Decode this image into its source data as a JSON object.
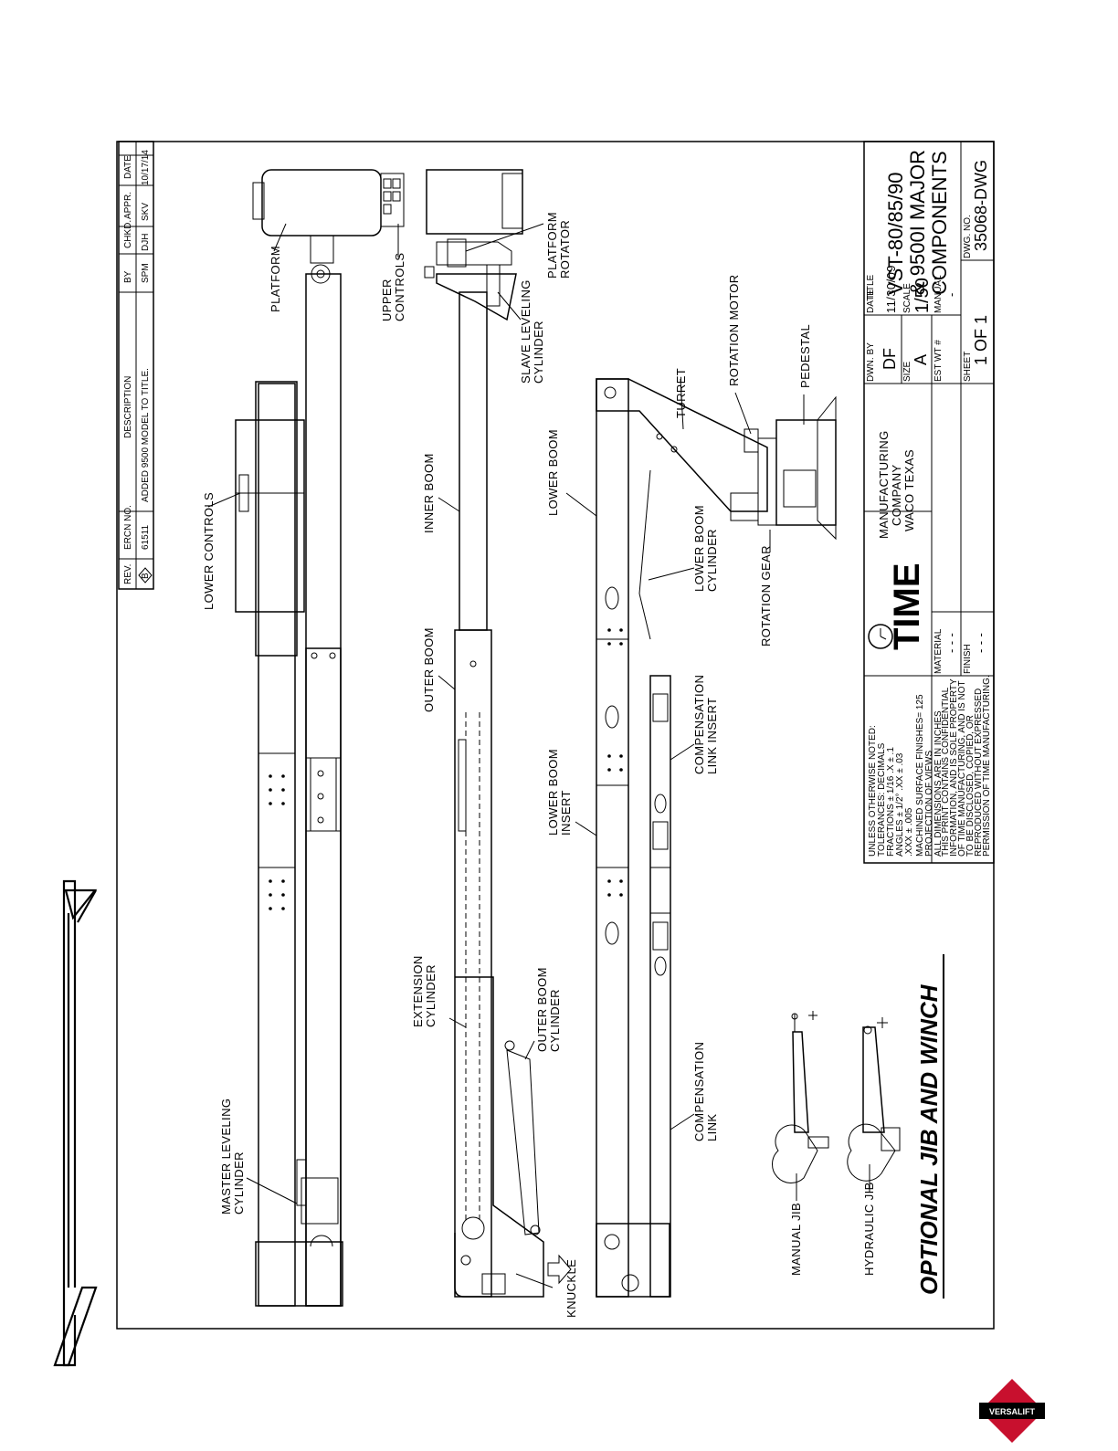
{
  "labels": {
    "platform": "PLATFORM",
    "upper_controls_1": "UPPER",
    "upper_controls_2": "CONTROLS",
    "lower_controls": "LOWER CONTROLS",
    "master_leveling_1": "MASTER LEVELING",
    "master_leveling_2": "CYLINDER",
    "platform_rotator_1": "PLATFORM",
    "platform_rotator_2": "ROTATOR",
    "slave_leveling_1": "SLAVE LEVELING",
    "slave_leveling_2": "CYLINDER",
    "inner_boom": "INNER BOOM",
    "outer_boom": "OUTER BOOM",
    "extension_cyl_1": "EXTENSION",
    "extension_cyl_2": "CYLINDER",
    "outer_boom_cyl_1": "OUTER BOOM",
    "outer_boom_cyl_2": "CYLINDER",
    "knuckle": "KNUCKLE",
    "lower_boom": "LOWER BOOM",
    "lower_boom_insert_1": "LOWER BOOM",
    "lower_boom_insert_2": "INSERT",
    "lower_boom_cyl_1": "LOWER BOOM",
    "lower_boom_cyl_2": "CYLINDER",
    "comp_link_insert_1": "COMPENSATION",
    "comp_link_insert_2": "LINK INSERT",
    "comp_link_1": "COMPENSATION",
    "comp_link_2": "LINK",
    "turret": "TURRET",
    "rotation_motor": "ROTATION MOTOR",
    "pedestal": "PEDESTAL",
    "rotation_gear": "ROTATION GEAR",
    "manual_jib": "MANUAL JIB",
    "hydraulic_jib": "HYDRAULIC JIB",
    "optional_jib": "OPTIONAL JIB AND WINCH"
  },
  "revision_block": {
    "headers": [
      "REV.",
      "ERCN NO.",
      "DESCRIPTION",
      "BY",
      "CHKD.",
      "APPR.",
      "DATE"
    ],
    "row": [
      "B",
      "61511",
      "ADDED 9500 MODEL TO TITLE.",
      "SPM",
      "DJH",
      "SKV",
      "10/17/14"
    ]
  },
  "title_block": {
    "notes": [
      "UNLESS OTHERWISE NOTED:",
      "TOLERANCES:          DECIMALS",
      "FRACTIONS ± 1/16      .X  ± .1",
      "ANGLES ± 1/2°         .XX ± .03",
      "                      .XXX ± .005",
      "MACHINED SURFACE FINISHES= 125",
      "PROJECTION OF VIEWS",
      "ALL DIMENSIONS ARE IN INCHES"
    ],
    "confidential": [
      "THIS PRINT CONTAINS CONFIDENTIAL",
      "INFORMATION, AND IS SOLE PROPERTY",
      "OF TIME MANUFACTURING, AND IS NOT",
      "TO BE DISCLOSED, COPIED, OR",
      "REPRODUCED WITHOUT EXPRESSED",
      "PERMISSION OF TIME MANUFACTURING."
    ],
    "logo_text": "TIME",
    "company_1": "MANUFACTURING",
    "company_2": "COMPANY",
    "company_3": "WACO TEXAS",
    "material_label": "MATERIAL",
    "material_value": "- - -",
    "finish_label": "FINISH",
    "finish_value": "- - -",
    "dwn_by_label": "DWN. BY",
    "dwn_by": "DF",
    "date_label": "DATE",
    "date": "11/30/09",
    "size_label": "SIZE",
    "size": "A",
    "scale_label": "SCALE",
    "scale": "1/50",
    "est_wt_label": "EST WT #",
    "manual_label": "MANUAL",
    "manual_value": "-",
    "sheet_label": "SHEET",
    "sheet": "1 OF 1",
    "title_label": "TITLE",
    "title_1": "VST-80/85/90",
    "title_2": "& 9500I MAJOR",
    "title_3": "COMPONENTS",
    "dwg_no_label": "DWG. NO.",
    "dwg_no": "35068-DWG"
  },
  "footer_logo": "VERSALIFT",
  "colors": {
    "ink": "#000000",
    "logo_red": "#c8102e",
    "paper": "#ffffff"
  }
}
